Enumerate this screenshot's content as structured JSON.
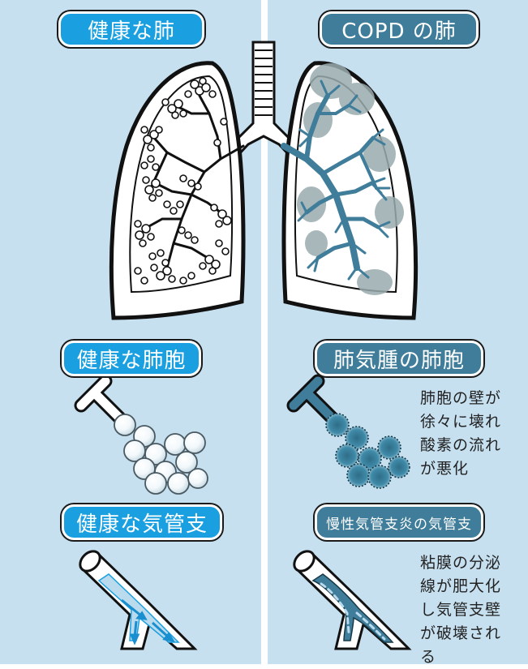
{
  "labels": {
    "healthy_lung": "健康な肺",
    "copd_lung": "COPD の肺",
    "healthy_alveoli": "健康な肺胞",
    "emphysema_alveoli": "肺気腫の肺胞",
    "healthy_bronchi": "健康な気管支",
    "bronchitis_bronchi": "慢性気管支炎の気管支"
  },
  "descriptions": {
    "alveoli": [
      "肺胞の壁が",
      "徐々に壊れ",
      "酸素の流れ",
      "が悪化"
    ],
    "bronchi": [
      "粘膜の分泌",
      "線が肥大化",
      "し気管支壁",
      "が破壊され",
      "る"
    ]
  },
  "colors": {
    "healthy_blue": "#1aa0e0",
    "copd_blue": "#3f7d9a",
    "panel_bg": "#c7e0f0",
    "damage_gray": "#9aacae"
  }
}
